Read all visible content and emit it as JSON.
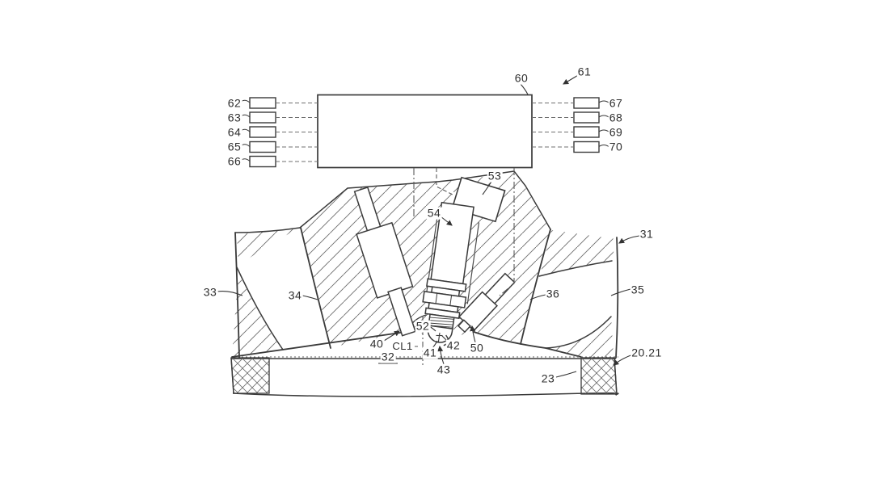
{
  "figure": {
    "kind": "patent line drawing",
    "description": "Cross-section of an engine combustion chamber (spark plug, intake valve, in-cylinder sensor, intake and exhaust ports, piston) wired to an electronic control unit block with input and output blocks",
    "colors": {
      "background": "#ffffff",
      "line": "#3a3a3a",
      "hatch": "#6b6b6b",
      "dashed": "#7a7a7a"
    }
  },
  "control_unit": {
    "label": "60",
    "system_arrow_label": "61",
    "input_labels": [
      "62",
      "63",
      "64",
      "65",
      "66"
    ],
    "output_labels": [
      "67",
      "68",
      "69",
      "70"
    ]
  },
  "labels": {
    "l60": {
      "text": "60"
    },
    "l61": {
      "text": "61"
    },
    "l62": {
      "text": "62"
    },
    "l63": {
      "text": "63"
    },
    "l64": {
      "text": "64"
    },
    "l65": {
      "text": "65"
    },
    "l66": {
      "text": "66"
    },
    "l67": {
      "text": "67"
    },
    "l68": {
      "text": "68"
    },
    "l69": {
      "text": "69"
    },
    "l70": {
      "text": "70"
    },
    "l53": {
      "text": "53"
    },
    "l54": {
      "text": "54"
    },
    "l31": {
      "text": "31"
    },
    "l33": {
      "text": "33"
    },
    "l34": {
      "text": "34"
    },
    "l35": {
      "text": "35"
    },
    "l36": {
      "text": "36"
    },
    "l40": {
      "text": "40"
    },
    "l52": {
      "text": "52"
    },
    "lCL1": {
      "text": "CL1"
    },
    "l41": {
      "text": "41"
    },
    "l42": {
      "text": "42"
    },
    "l43": {
      "text": "43"
    },
    "l50": {
      "text": "50"
    },
    "l32": {
      "text": "32"
    },
    "l23": {
      "text": "23"
    },
    "l2021": {
      "text": "20.21"
    }
  }
}
